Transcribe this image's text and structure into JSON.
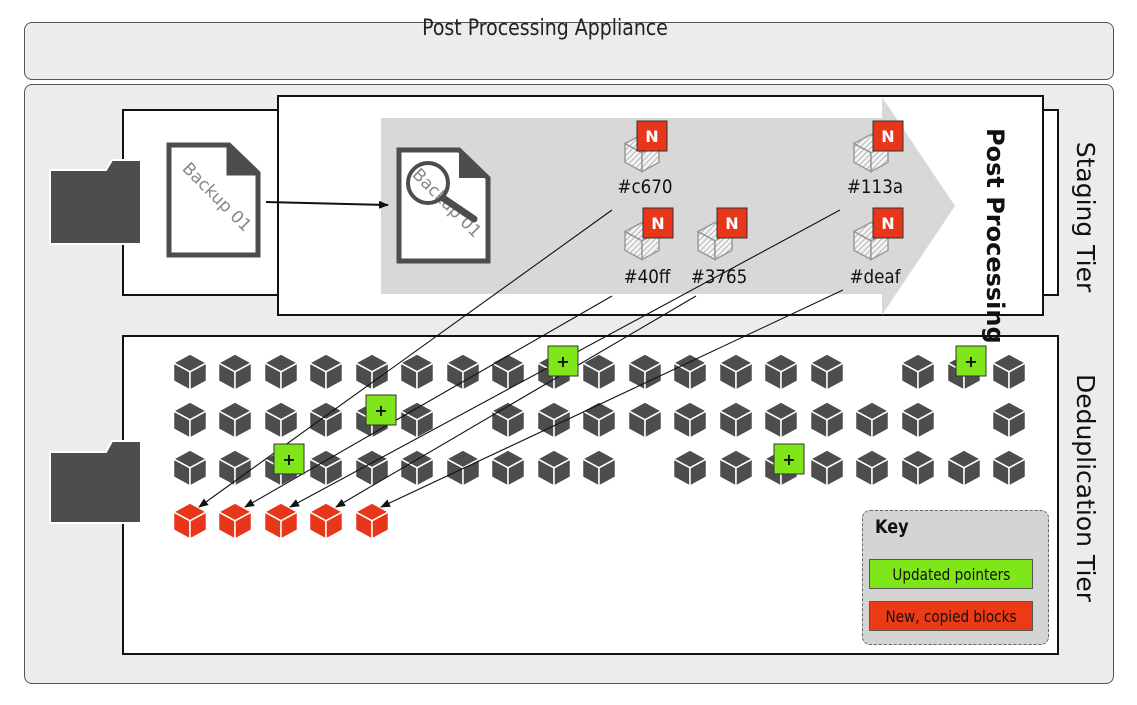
{
  "title": "Post Processing Appliance",
  "tiers": {
    "staging": "Staging Tier",
    "dedup": "Deduplication Tier"
  },
  "post_processing": "Post Processing",
  "backup_label": "Backup 01",
  "hashes": [
    {
      "id": "c670",
      "label": "#c670"
    },
    {
      "id": "113a",
      "label": "#113a"
    },
    {
      "id": "40ff",
      "label": "#40ff"
    },
    {
      "id": "3765",
      "label": "#3765"
    },
    {
      "id": "deaf",
      "label": "#deaf"
    }
  ],
  "new_badge": "N",
  "plus_badge": "+",
  "key": {
    "title": "Key",
    "updated": "Updated pointers",
    "new": "New, copied blocks"
  },
  "colors": {
    "block": "#4d4d4d",
    "new_block": "#e8361a",
    "pointer": "#7ee619",
    "panel": "#ececec",
    "arrow": "#d8d8d8"
  }
}
